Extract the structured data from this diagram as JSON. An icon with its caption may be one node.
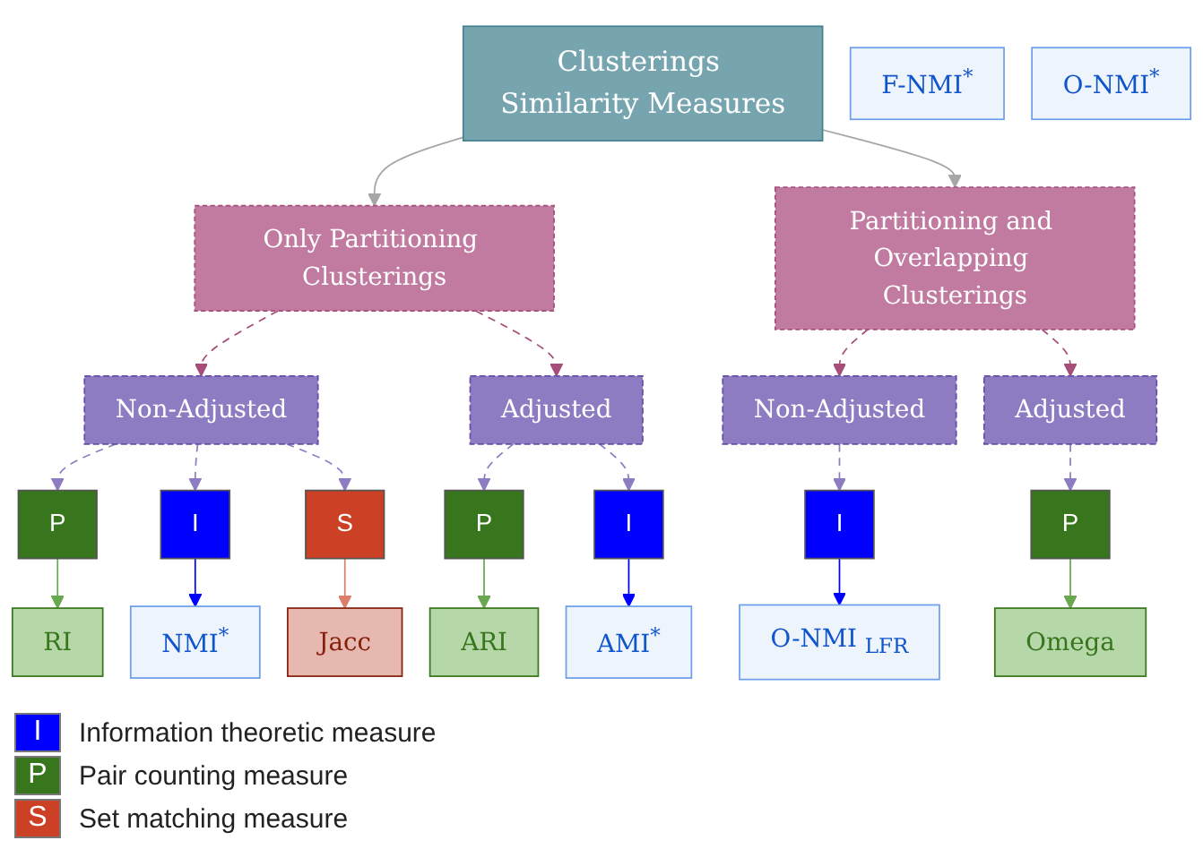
{
  "diagram": {
    "nodes": [
      {
        "text": [
          "Clusterings Similarity Measures"
        ]
      },
      {
        "text": [
          "Only Partitioning Clusterings"
        ]
      },
      {
        "text": [
          "Partitioning and Overlapping Clusterings"
        ]
      },
      {
        "text": [
          "Non-Adjusted"
        ]
      },
      {
        "text": [
          "Adjusted"
        ]
      },
      {
        "text": [
          "Non-Adjusted"
        ]
      },
      {
        "text": [
          "Adjusted"
        ]
      },
      {
        "text": [
          "P"
        ]
      },
      {
        "text": [
          "I"
        ]
      },
      {
        "text": [
          "S"
        ]
      },
      {
        "text": [
          "P"
        ]
      },
      {
        "text": [
          "I"
        ]
      },
      {
        "text": [
          "I"
        ]
      },
      {
        "text": [
          "P"
        ]
      },
      {
        "text": [
          "RI"
        ]
      },
      {
        "text": [
          "NMI$^{*}$"
        ]
      },
      {
        "text": [
          "F-NMI$^{*}$"
        ]
      },
      {
        "text": [
          "Jacc"
        ]
      },
      {
        "text": [
          "ARI"
        ]
      },
      {
        "text": [
          "AMI$^{*}$"
        ]
      },
      {
        "text": [
          "O-NMI $_{LFR}$"
        ]
      },
      {
        "text": [
          "O-NMI$^{*}$"
        ]
      },
      {
        "text": [
          "Omega"
        ]
      }
    ],
    "edges": [
      {
        "from": 0,
        "to": 1,
        "arrow": "to",
        "color": "#a6a6a6"
      },
      {
        "from": 0,
        "to": 2,
        "arrow": "to",
        "color": "#a6a6a6"
      },
      {
        "from": 1,
        "to": 3,
        "arrow": "to",
        "style": "dashed",
        "color": "#a64d79"
      },
      {
        "from": 1,
        "to": 4,
        "arrow": "to",
        "style": "dashed",
        "color": "#a64d79"
      },
      {
        "from": 2,
        "to": 5,
        "arrow": "to",
        "style": "dashed",
        "color": "#a64d79"
      },
      {
        "from": 2,
        "to": 6,
        "arrow": "to",
        "style": "dashed",
        "color": "#a64d79"
      },
      {
        "from": 3,
        "to": 7,
        "arrow": "to",
        "style": "dashed",
        "color": "#8e7cc3"
      },
      {
        "from": 3,
        "to": 8,
        "arrow": "to",
        "style": "dashed",
        "color": "#8e7cc3"
      },
      {
        "from": 3,
        "to": 9,
        "arrow": "to",
        "style": "dashed",
        "color": "#8e7cc3"
      },
      {
        "from": 4,
        "to": 10,
        "arrow": "to",
        "style": "dashed",
        "color": "#8e7cc3"
      },
      {
        "from": 4,
        "to": 11,
        "arrow": "to",
        "style": "dashed",
        "color": "#8e7cc3"
      },
      {
        "from": 5,
        "to": 12,
        "arrow": "to",
        "style": "dashed",
        "color": "#8e7cc3"
      },
      {
        "from": 6,
        "to": 13,
        "arrow": "to",
        "style": "dashed",
        "color": "#8e7cc3"
      },
      {
        "from": 7,
        "to": 14,
        "arrow": "to",
        "color": "#6aa84f"
      },
      {
        "from": 8,
        "to": 15,
        "arrow": "to",
        "color": "#0000ff"
      },
      {
        "from": 9,
        "to": 17,
        "arrow": "to",
        "color": "#dd7e6b"
      },
      {
        "from": 10,
        "to": 18,
        "arrow": "to",
        "color": "#6aa84f"
      },
      {
        "from": 11,
        "to": 19,
        "arrow": "to",
        "color": "#0000ff"
      },
      {
        "from": 12,
        "to": 20,
        "arrow": "to",
        "color": "#0000ff"
      },
      {
        "from": 13,
        "to": 22,
        "arrow": "to",
        "color": "#6aa84f"
      }
    ],
    "labels": [
      "I",
      "P",
      "S"
    ],
    "legend": [
      {
        "text": "Information theoretic measure",
        "color": "#0000ff"
      },
      {
        "text": "Pair counting measure",
        "color": "#38761d"
      },
      {
        "text": "Set matching measure",
        "color": "#cc4125"
      }
    ]
  }
}
